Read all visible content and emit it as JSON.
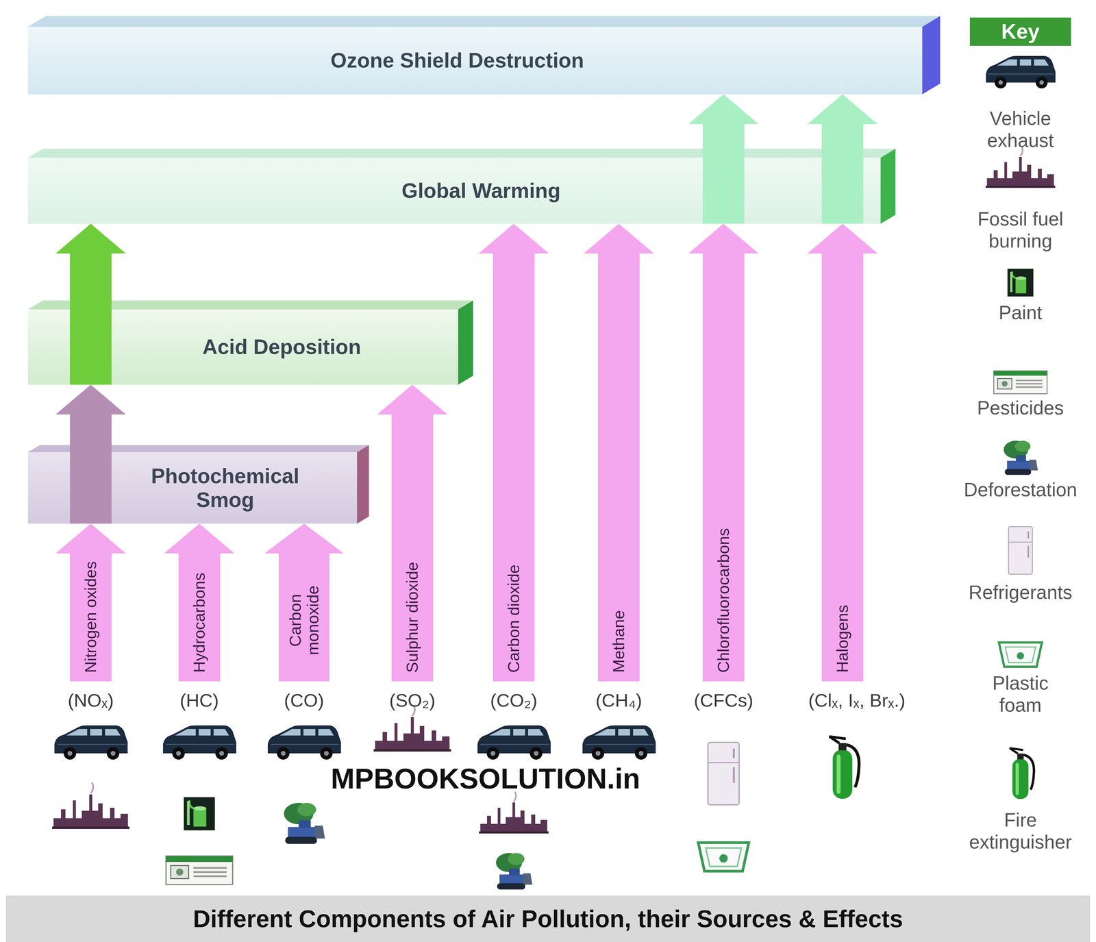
{
  "diagram": {
    "title": "Different Components of Air Pollution, their Sources & Effects",
    "nodes": [
      {
        "text": [
          "Ozone Shield Destruction"
        ]
      },
      {
        "text": [
          "Global Warming"
        ]
      },
      {
        "text": [
          "Acid Deposition"
        ]
      },
      {
        "text": [
          "Photochemical Smog"
        ]
      },
      {
        "text": [
          "Nitrogen oxides"
        ]
      },
      {
        "text": [
          "Hydrocarbons"
        ]
      },
      {
        "text": [
          "Carbon monoxide"
        ]
      },
      {
        "text": [
          "Sulphur dioxide"
        ]
      },
      {
        "text": [
          "Carbon dioxide"
        ]
      },
      {
        "text": [
          "Methane"
        ]
      },
      {
        "text": [
          "Chlorofluorocarbons"
        ]
      },
      {
        "text": [
          "Halogens"
        ]
      }
    ],
    "edges": [
      {
        "from": 4,
        "to": 3,
        "arrow": "to"
      },
      {
        "from": 5,
        "to": 3,
        "arrow": "to"
      },
      {
        "from": 6,
        "to": 3,
        "arrow": "to"
      },
      {
        "from": 3,
        "to": 2,
        "arrow": "to"
      },
      {
        "from": 7,
        "to": 2,
        "arrow": "to"
      },
      {
        "from": 2,
        "to": 1,
        "arrow": "to"
      },
      {
        "from": 8,
        "to": 1,
        "arrow": "to"
      },
      {
        "from": 9,
        "to": 1,
        "arrow": "to"
      },
      {
        "from": 10,
        "to": 1,
        "arrow": "to"
      },
      {
        "from": 11,
        "to": 1,
        "arrow": "to"
      },
      {
        "from": 1,
        "to": 0,
        "arrow": "to"
      },
      {
        "from": 1,
        "to": 0,
        "arrow": "to"
      }
    ],
    "labels": [
      "Key",
      "(NOₓ)",
      "(HC)",
      "(CO)",
      "(SO₂)",
      "(CO₂)",
      "(CH₄)",
      "(CFCs)",
      "(Clₓ, Iₓ, Brₓ.)",
      "MPBOOKSOLUTION.in"
    ],
    "legend": [
      {
        "text": "Vehicle exhaust"
      },
      {
        "text": "Fossil fuel burning"
      },
      {
        "text": "Paint"
      },
      {
        "text": "Pesticides"
      },
      {
        "text": "Deforestation"
      },
      {
        "text": "Refrigerants"
      },
      {
        "text": "Plastic foam"
      },
      {
        "text": "Fire extinguisher"
      }
    ]
  }
}
